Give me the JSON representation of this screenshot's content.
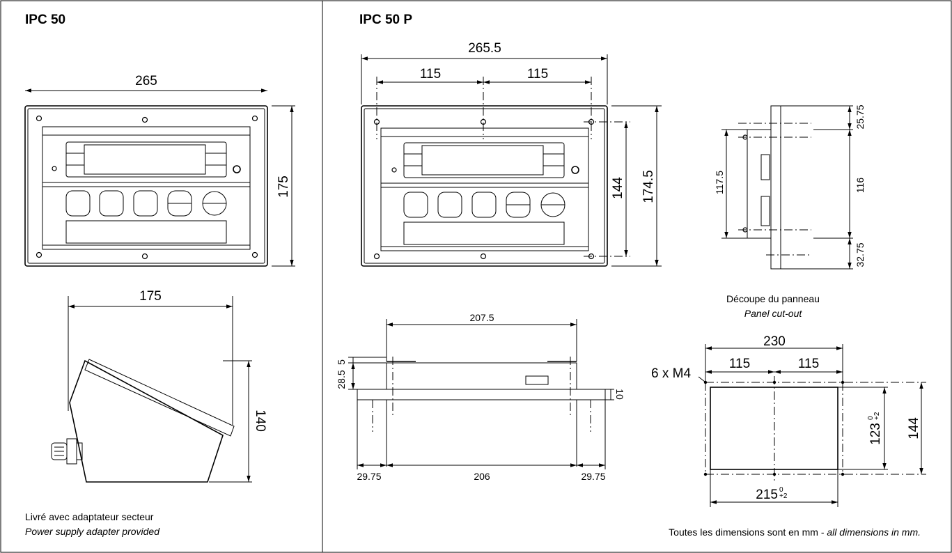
{
  "left_panel": {
    "title": "IPC 50",
    "front_width": "265",
    "front_height": "175",
    "side_width": "175",
    "side_height": "140",
    "note_fr": "Livré avec adaptateur secteur",
    "note_en": "Power supply adapter provided"
  },
  "right_panel": {
    "title": "IPC 50 P",
    "front": {
      "overall_width": "265.5",
      "hole_spacing_left": "115",
      "hole_spacing_right": "115",
      "inner_height": "144",
      "outer_height": "174.5"
    },
    "side": {
      "height": "117.5",
      "top_offset": "25.75",
      "middle": "116",
      "bottom_offset": "32.75"
    },
    "top_view": {
      "overall": "207.5",
      "flange_a": "5",
      "depth": "28.5",
      "thickness": "10",
      "left_margin": "29.75",
      "middle": "206",
      "right_margin": "29.75"
    },
    "cutout": {
      "heading_fr": "Découpe du panneau",
      "heading_en": "Panel cut-out",
      "overall_width": "230",
      "spacing_left": "115",
      "spacing_right": "115",
      "screws": "6 x M4",
      "inner_height": "123",
      "inner_height_tol_top": "0",
      "inner_height_tol_bottom": "+2",
      "outer_height": "144",
      "inner_width": "215",
      "inner_width_tol_top": "0",
      "inner_width_tol_bottom": "+2"
    },
    "footer_plain": "Toutes les dimensions sont en mm - ",
    "footer_italic": "all dimensions in mm."
  }
}
